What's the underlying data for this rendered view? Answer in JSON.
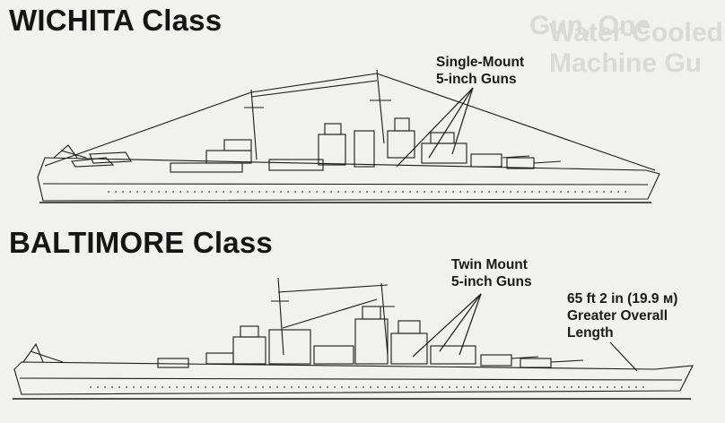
{
  "background_ghost_text": {
    "line_1": "Gun, One",
    "line_2": "Water-Cooled\nMachine Gu"
  },
  "wichita": {
    "title": "WICHITA Class",
    "callout": "Single-Mount\n5-inch Guns"
  },
  "baltimore": {
    "title": "BALTIMORE Class",
    "callout_guns": "Twin Mount\n5-inch Guns",
    "callout_length": "65 ft 2 in (19.9 м)\nGreater Overall\nLength"
  },
  "colors": {
    "background": "#f1f1ef",
    "ink": "#1a1a1a",
    "ghost": "#d9d9d6"
  }
}
